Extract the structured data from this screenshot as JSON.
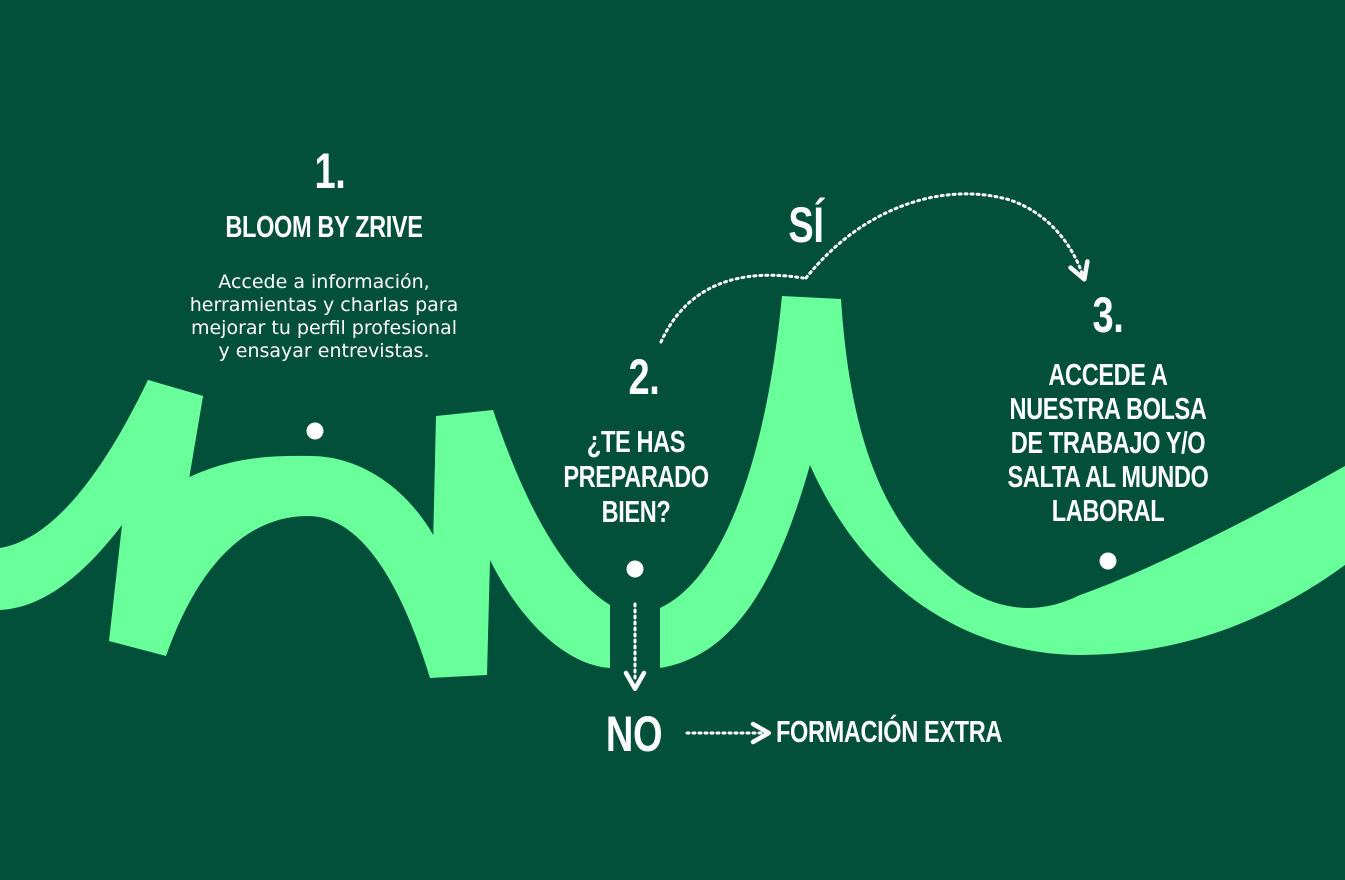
{
  "colors": {
    "background": "#02503a",
    "accent": "#69ff9b",
    "text": "#ffffff"
  },
  "step1": {
    "number": "1.",
    "title": "BLOOM BY ZRIVE",
    "description": [
      "Accede a información,",
      "herramientas y charlas para",
      "mejorar tu perfil profesional",
      "y ensayar entrevistas."
    ]
  },
  "step2": {
    "number": "2.",
    "question": [
      "¿TE HAS",
      "PREPARADO",
      "BIEN?"
    ]
  },
  "step3": {
    "number": "3.",
    "title": [
      "ACCEDE A",
      "NUESTRA BOLSA",
      "DE TRABAJO Y/O",
      "SALTA AL MUNDO",
      "LABORAL"
    ]
  },
  "branch_yes": {
    "label": "SÍ"
  },
  "branch_no": {
    "label": "NO",
    "result": "FORMACIÓN EXTRA"
  }
}
